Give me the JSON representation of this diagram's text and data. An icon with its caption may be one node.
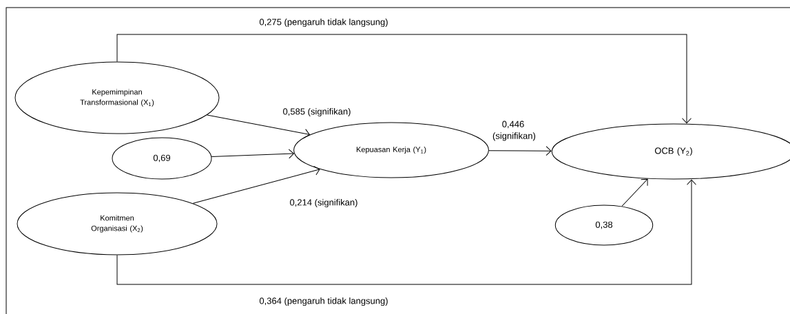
{
  "diagram": {
    "nodes": [
      {
        "text": [
          "Kepemimpinan Transformasional (X$_{1}$)"
        ]
      },
      {
        "text": [
          "0,69"
        ]
      },
      {
        "text": [
          "Komitmen Organisasi (X$_{2}$)"
        ]
      },
      {
        "text": [
          "Kepuasan Kerja (Y$_{1}$)"
        ]
      },
      {
        "text": [
          "OCB (Y$_{2}$)"
        ]
      },
      {
        "text": [
          "0,38"
        ]
      }
    ],
    "edges": [
      {
        "from": 0,
        "to": 3,
        "arrow": "to",
        "label": "0,585 (signifikan)"
      },
      {
        "from": 1,
        "to": 3,
        "arrow": "to"
      },
      {
        "from": 2,
        "to": 3,
        "arrow": "to",
        "label": "0,214 (signifikan)"
      },
      {
        "from": 3,
        "to": 4,
        "arrow": "to",
        "label": "0,446 (signifikan)"
      },
      {
        "from": 0,
        "to": 4,
        "arrow": "to",
        "label": "0,275 (pengaruh tidak langsung)"
      },
      {
        "from": 5,
        "to": 4,
        "arrow": "to"
      },
      {
        "from": 2,
        "to": 4,
        "arrow": "to",
        "label": "0,364 (pengaruh tidak langsung)"
      }
    ]
  }
}
